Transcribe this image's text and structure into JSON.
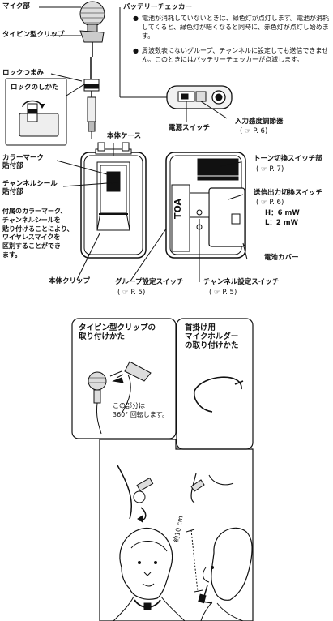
{
  "top": {
    "mic_label": "マイク部",
    "clip_label": "タイピン型クリップ",
    "lock_knob_label": "ロックつまみ",
    "lock_how_label": "ロックのしかた",
    "battery_checker_label": "バッテリーチェッカー",
    "battery_note_1": "電池が消耗していないときは、緑色灯が点灯します。電池が消耗してくると、緑色灯が暗くなると同時に、赤色灯が点灯し始めます。",
    "battery_note_2": "周波数表にないグループ、チャンネルに設定しても送信できません。このときにはバッテリーチェッカーが点滅します。",
    "power_switch_label": "電源スイッチ",
    "input_level_label": "入力感度調節器",
    "input_level_ref": "( ☞ P. 6)"
  },
  "middle": {
    "body_case_label": "本体ケース",
    "color_mark_label": "カラーマーク\n貼付部",
    "channel_seal_label": "チャンネルシール\n貼付部",
    "accessory_note": "付属のカラーマーク、\nチャンネルシールを\n貼り付けることにより、\nワイヤレスマイクを\n区別することができ\nます。",
    "body_clip_label": "本体クリップ",
    "brand": "TOA",
    "tone_switch_label": "トーン切換スイッチ部",
    "tone_switch_ref": "( ☞ P. 7)",
    "tx_power_label": "送信出力切換スイッチ",
    "tx_power_ref": "( ☞ P. 6)",
    "tx_power_h": "H：6 mW",
    "tx_power_l": "L：2 mW",
    "battery_cover_label": "電池カバー",
    "group_switch_label": "グループ設定スイッチ",
    "group_switch_ref": "( ☞ P. 5)",
    "channel_switch_label": "チャンネル設定スイッチ",
    "channel_switch_ref": "( ☞ P. 5)"
  },
  "bottom": {
    "clip_attach_title": "タイピン型クリップの\n取り付けかた",
    "rotate_note": "この部分は\n360° 回転します。",
    "neck_holder_title": "首掛け用\nマイクホルダー\nの取り付けかた",
    "distance_label": "約10 cm"
  }
}
